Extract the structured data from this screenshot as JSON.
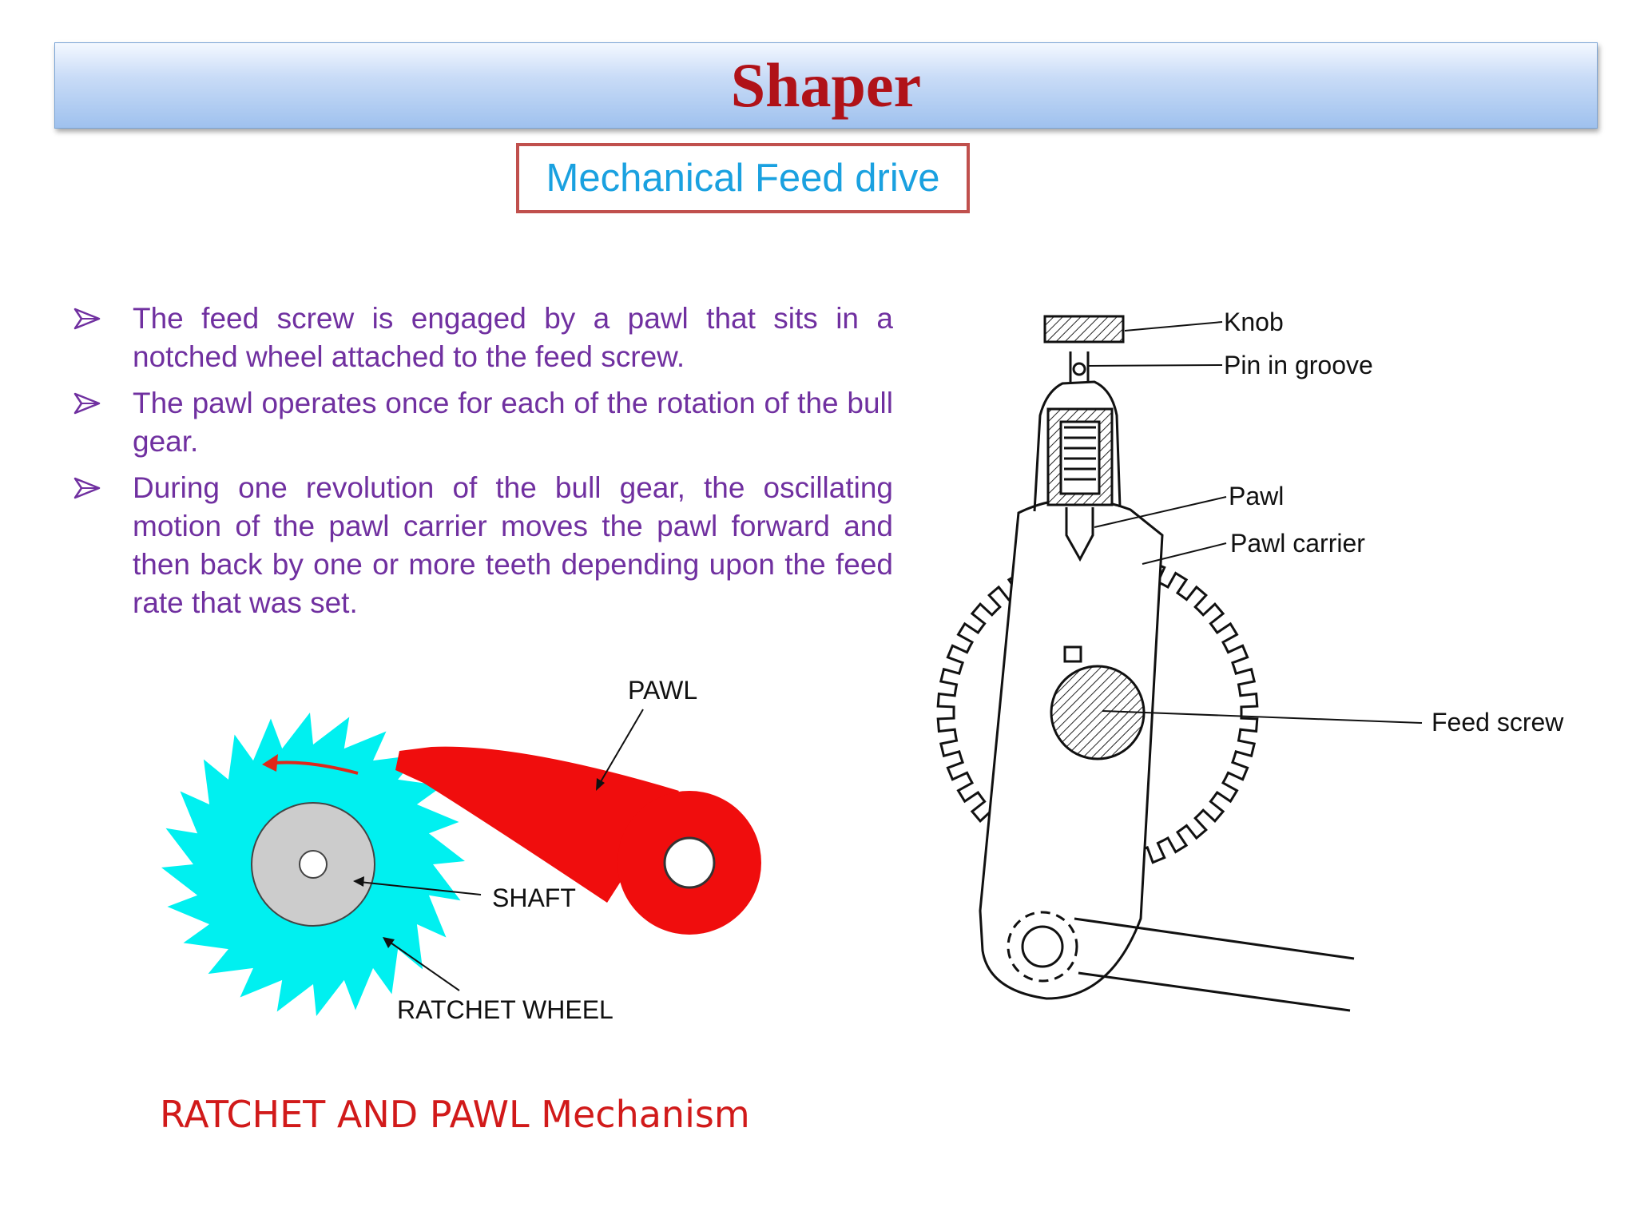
{
  "title": "Shaper",
  "subtitle": "Mechanical Feed drive",
  "bullets": [
    "The feed screw is engaged by a pawl that sits in a notched wheel attached to the feed screw.",
    "The pawl operates once for each of the rotation of the bull gear.",
    "During one revolution of the bull gear, the oscillating motion of the pawl carrier moves the pawl forward and then back by one or more teeth depending upon the feed rate that was set."
  ],
  "ratchet_diagram": {
    "labels": {
      "pawl": "PAWL",
      "shaft": "SHAFT",
      "ratchet_wheel": "RATCHET WHEEL"
    },
    "colors": {
      "wheel": "#00f0f0",
      "pawl": "#f00d0d",
      "shaft": "#cccccc",
      "arrow": "#e0271a"
    }
  },
  "feed_diagram": {
    "labels": {
      "knob": "Knob",
      "pin_in_groove": "Pin in groove",
      "pawl": "Pawl",
      "pawl_carrier": "Pawl carrier",
      "feed_screw": "Feed screw"
    }
  },
  "caption": "RATCHET AND PAWL Mechanism",
  "colors": {
    "title": "#b01218",
    "subtitle": "#1aa1e0",
    "subtitle_border": "#c0504d",
    "bullet_text": "#7030a0",
    "caption": "#d11a1a"
  }
}
